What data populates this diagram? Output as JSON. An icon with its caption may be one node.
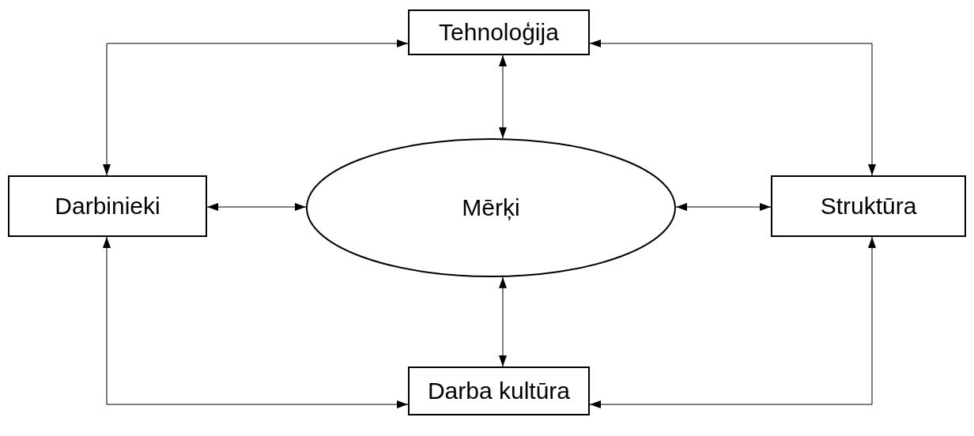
{
  "diagram": {
    "nodes": [
      {
        "text": [
          "Tehnoloģija"
        ]
      },
      {
        "text": [
          "Darbinieki"
        ]
      },
      {
        "text": [
          "Mērķi"
        ]
      },
      {
        "text": [
          "Struktūra"
        ]
      },
      {
        "text": [
          "Darba kultūra"
        ]
      }
    ],
    "edges": [
      {
        "from": 1,
        "to": 0,
        "arrow": "both"
      },
      {
        "from": 0,
        "to": 3,
        "arrow": "both"
      },
      {
        "from": 0,
        "to": 2,
        "arrow": "both"
      },
      {
        "from": 1,
        "to": 2,
        "arrow": "both"
      },
      {
        "from": 2,
        "to": 3,
        "arrow": "both"
      },
      {
        "from": 2,
        "to": 4,
        "arrow": "both"
      },
      {
        "from": 1,
        "to": 4,
        "arrow": "both"
      },
      {
        "from": 3,
        "to": 4,
        "arrow": "both"
      }
    ]
  }
}
